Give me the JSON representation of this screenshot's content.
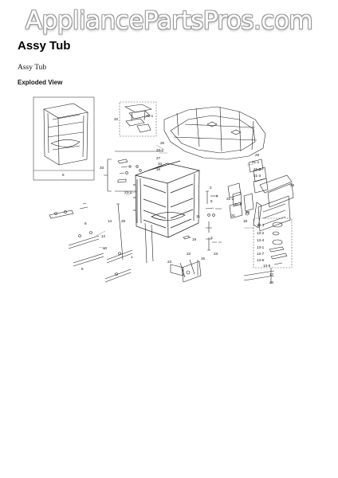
{
  "watermark": "AppliancePartsPros.com",
  "page": {
    "title": "Assy Tub",
    "subtitle": "Assy Tub",
    "section": "Exploded View"
  },
  "callouts": [
    "6",
    "32",
    "32-1",
    "25",
    "33-1",
    "33",
    "16",
    "34",
    "23-2",
    "27",
    "29",
    "21-1",
    "21-2",
    "21-3",
    "24",
    "31",
    "31-1",
    "30",
    "31-2",
    "2",
    "6",
    "11",
    "3",
    "18",
    "13-3",
    "13-2",
    "13-4",
    "13-1",
    "13-7",
    "13-6",
    "13-5",
    "17",
    "20",
    "14",
    "29",
    "8",
    "12",
    "10",
    "5",
    "1",
    "19",
    "23",
    "22",
    "15",
    "23"
  ]
}
